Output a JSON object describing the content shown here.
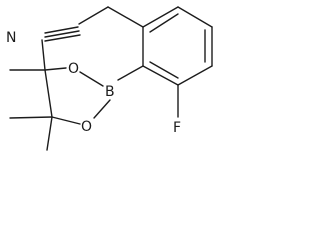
{
  "molecule": {
    "atoms": {
      "nitrogen": "N",
      "boron": "B",
      "oxygen_top": "O",
      "oxygen_bottom": "O",
      "fluorine": "F"
    }
  }
}
